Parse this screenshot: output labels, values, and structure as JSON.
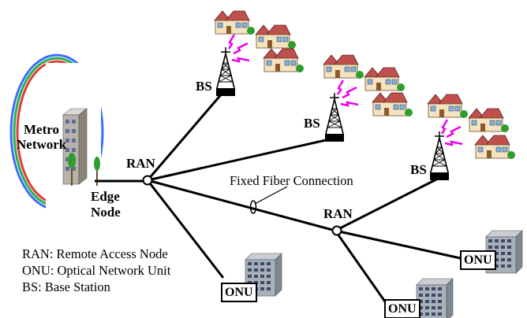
{
  "labels": {
    "metro_line1": "Metro",
    "metro_line2": "Network",
    "edge_line1": "Edge",
    "edge_line2": "Node",
    "ran": "RAN",
    "bs": "BS",
    "onu": "ONU",
    "fiber": "Fixed Fiber Connection"
  },
  "legend": [
    "RAN: Remote Access Node",
    "ONU: Optical Network Unit",
    "BS: Base Station"
  ],
  "colors": {
    "ring_outer": "#3b6cff",
    "ring_middle": "#22b14c",
    "ring_inner": "#e53935",
    "wireless": "#ee00ee",
    "roof": "#c0504d",
    "house_wall": "#f4e3c1",
    "building": "#9aa3ad",
    "tree": "#2e9d2e"
  },
  "icons": [
    "building-icon",
    "house-icon",
    "tower-icon",
    "tree-icon"
  ]
}
